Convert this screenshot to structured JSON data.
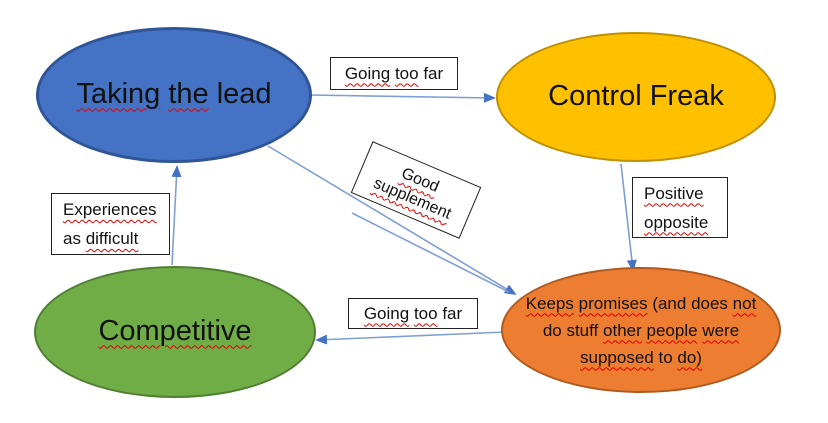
{
  "colors": {
    "node_blue_fill": "#4472C4",
    "node_blue_border": "#2F5597",
    "node_yellow_fill": "#FFC000",
    "node_yellow_border": "#BF9000",
    "node_green_fill": "#70AD47",
    "node_green_border": "#507E32",
    "node_orange_fill": "#ED7D31",
    "node_orange_border": "#B05A21",
    "connector_line": "#7e9fd4",
    "connector_head": "#4472C4",
    "spellcheck_squiggle": "#E00000",
    "label_box_border": "#222222"
  },
  "nodes": {
    "taking_the_lead": {
      "label_full": "Taking the lead",
      "w1": "Taking",
      "sp1": " ",
      "w2": "the",
      "sp2": " ",
      "w3": "lead"
    },
    "control_freak": {
      "label": "Control Freak"
    },
    "competitive": {
      "label": "Competitive"
    },
    "keeps_promises": {
      "label_full": "Keeps promises (and does not do stuff other people were supposed to do)",
      "line1": {
        "w1": "Keeps",
        "sp1": " ",
        "w2": "promises",
        "mid": " (and does ",
        "w3": "not"
      },
      "line2": {
        "lead": "do stuff ",
        "w1": "other",
        "sp1": " ",
        "w2": "people",
        "sp2": " ",
        "w3": "were"
      },
      "line3": {
        "w1": "supposed",
        "mid": " to ",
        "w2": "do)"
      }
    }
  },
  "labels": {
    "going_too_far_top": {
      "label_full": "Going too far",
      "w1": "Going",
      "sp1": " ",
      "w2": "too",
      "sp2": " ",
      "w3": "far"
    },
    "going_too_far_bottom": {
      "label_full": "Going too far",
      "w1": "Going",
      "sp1": " ",
      "w2": "too",
      "sp2": " ",
      "w3": "far"
    },
    "good_supplement": {
      "label_full": "Good supplement",
      "line1": "Good",
      "line2": "supplement"
    },
    "positive_opposite": {
      "label_full": "Positive opposite",
      "line1": "Positive",
      "line2": "opposite"
    },
    "experiences_as_difficult": {
      "label_full": "Experiences as difficult",
      "line1": "Experiences",
      "line2_plain": "as ",
      "line2_wavy": "difficult"
    }
  }
}
